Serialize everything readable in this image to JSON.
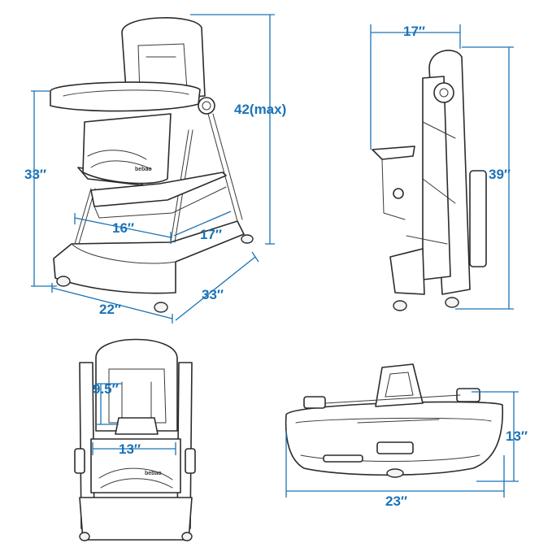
{
  "colors": {
    "dimension": "#1a73b8",
    "sketch": "#2b2b2b",
    "background": "#ffffff"
  },
  "views": {
    "front_three_quarter": {
      "height_max": "42(max)",
      "seat_height": "33″",
      "seat_width": "16″",
      "seat_depth": "17″",
      "base_width": "22″",
      "base_depth": "33″",
      "brand": "bebao"
    },
    "side_folded": {
      "depth": "17″",
      "height": "39″"
    },
    "front_seat": {
      "back_height": "9.5″",
      "seat_width": "13″",
      "brand": "bebao"
    },
    "tray": {
      "width": "23″",
      "depth": "13″"
    }
  }
}
